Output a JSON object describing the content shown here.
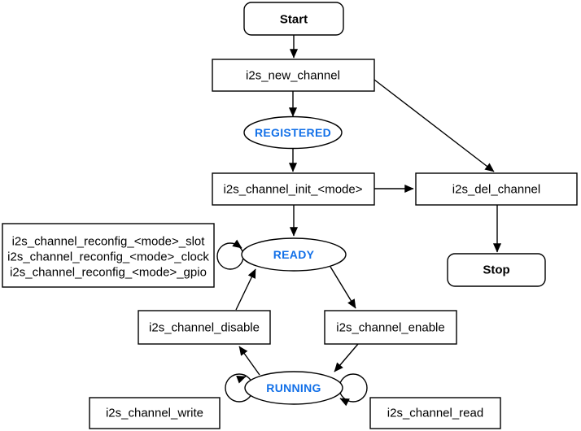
{
  "diagram": {
    "type": "state-flowchart",
    "subject": "I2S driver channel state machine",
    "colors": {
      "state_text": "#1270e8",
      "node_border": "#000000",
      "node_fill": "#ffffff",
      "edge": "#000000"
    },
    "nodes": {
      "start": "Start",
      "new_channel": "i2s_new_channel",
      "registered": "REGISTERED",
      "init": "i2s_channel_init_<mode>",
      "del_channel": "i2s_del_channel",
      "stop": "Stop",
      "reconfig_slot": "i2s_channel_reconfig_<mode>_slot",
      "reconfig_clock": "i2s_channel_reconfig_<mode>_clock",
      "reconfig_gpio": "i2s_channel_reconfig_<mode>_gpio",
      "ready": "READY",
      "disable": "i2s_channel_disable",
      "enable": "i2s_channel_enable",
      "running": "RUNNING",
      "write": "i2s_channel_write",
      "read": "i2s_channel_read"
    },
    "edges": [
      {
        "from": "start",
        "to": "new_channel"
      },
      {
        "from": "new_channel",
        "to": "registered"
      },
      {
        "from": "new_channel",
        "to": "del_channel"
      },
      {
        "from": "registered",
        "to": "init"
      },
      {
        "from": "init",
        "to": "ready"
      },
      {
        "from": "init",
        "to": "del_channel"
      },
      {
        "from": "del_channel",
        "to": "stop"
      },
      {
        "from": "ready",
        "to": "ready",
        "note": "self-loop (reconfig calls)"
      },
      {
        "from": "ready",
        "to": "enable"
      },
      {
        "from": "enable",
        "to": "running"
      },
      {
        "from": "running",
        "to": "disable"
      },
      {
        "from": "disable",
        "to": "ready"
      },
      {
        "from": "running",
        "to": "running",
        "note": "self-loop left (write)"
      },
      {
        "from": "running",
        "to": "running",
        "note": "self-loop right (read)"
      }
    ]
  }
}
